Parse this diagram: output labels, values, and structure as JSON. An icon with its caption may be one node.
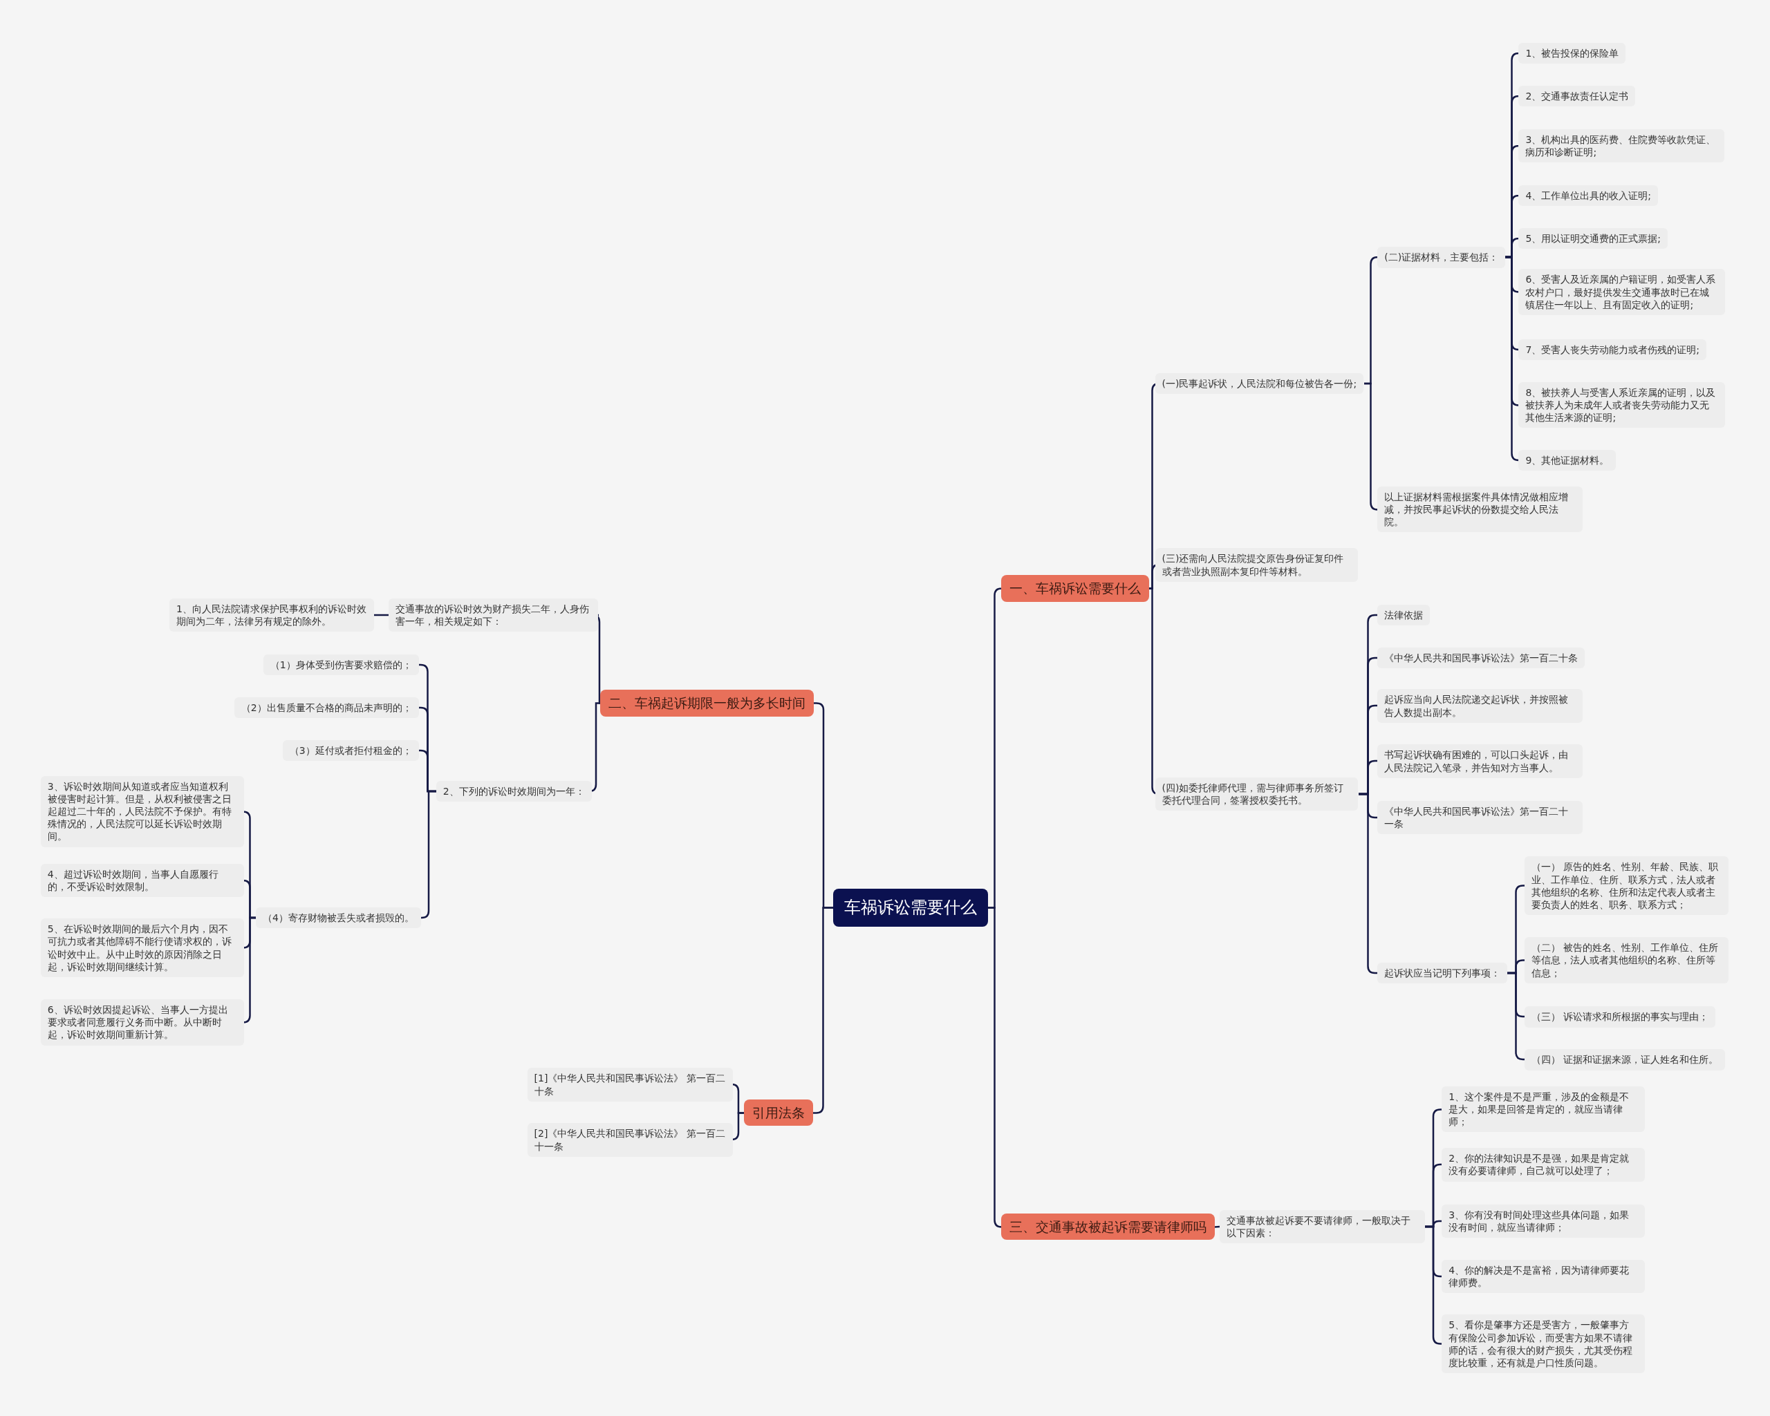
{
  "diagram": {
    "nodes": [
      {
        "text": [
          "车祸诉讼需要什么"
        ]
      },
      {
        "text": [
          "一、车祸诉讼需要什么"
        ]
      },
      {
        "text": [
          "(一)民事起诉状，人民法院和每位被告各一份;"
        ]
      },
      {
        "text": [
          "(二)证据材料，主要包括："
        ]
      },
      {
        "text": [
          "1、被告投保的保险单"
        ]
      },
      {
        "text": [
          "2、交通事故责任认定书"
        ]
      },
      {
        "text": [
          "3、机构出具的医药费、住院费等收款凭证、病历和诊断证明;"
        ]
      },
      {
        "text": [
          "4、工作单位出具的收入证明;"
        ]
      },
      {
        "text": [
          "5、用以证明交通费的正式票据;"
        ]
      },
      {
        "text": [
          "6、受害人及近亲属的户籍证明，如受害人系农村户口，最好提供发生交通事故时已在城镇居住一年以上、且有固定收入的证明;"
        ]
      },
      {
        "text": [
          "7、受害人丧失劳动能力或者伤残的证明;"
        ]
      },
      {
        "text": [
          "8、被扶养人与受害人系近亲属的证明，以及被扶养人为未成年人或者丧失劳动能力又无其他生活来源的证明;"
        ]
      },
      {
        "text": [
          "9、其他证据材料。"
        ]
      },
      {
        "text": [
          "以上证据材料需根据案件具体情况做相应增减，并按民事起诉状的份数提交给人民法院。"
        ]
      },
      {
        "text": [
          "(三)还需向人民法院提交原告身份证复印件或者营业执照副本复印件等材料。"
        ]
      },
      {
        "text": [
          "(四)如委托律师代理，需与律师事务所签订委托代理合同，签署授权委托书。"
        ]
      },
      {
        "text": [
          "法律依据"
        ]
      },
      {
        "text": [
          "《中华人民共和国民事诉讼法》第一百二十条"
        ]
      },
      {
        "text": [
          "起诉应当向人民法院递交起诉状，并按照被告人数提出副本。"
        ]
      },
      {
        "text": [
          "书写起诉状确有困难的，可以口头起诉，由人民法院记入笔录，并告知对方当事人。"
        ]
      },
      {
        "text": [
          "《中华人民共和国民事诉讼法》第一百二十一条"
        ]
      },
      {
        "text": [
          "起诉状应当记明下列事项："
        ]
      },
      {
        "text": [
          "（一） 原告的姓名、性别、年龄、民族、职业、工作单位、住所、联系方式，法人或者其他组织的名称、住所和法定代表人或者主要负责人的姓名、职务、联系方式；"
        ]
      },
      {
        "text": [
          "（二） 被告的姓名、性别、工作单位、住所等信息，法人或者其他组织的名称、住所等信息；"
        ]
      },
      {
        "text": [
          "（三） 诉讼请求和所根据的事实与理由；"
        ]
      },
      {
        "text": [
          "（四） 证据和证据来源，证人姓名和住所。"
        ]
      },
      {
        "text": [
          "三、交通事故被起诉需要请律师吗"
        ]
      },
      {
        "text": [
          "交通事故被起诉要不要请律师，一般取决于以下因素："
        ]
      },
      {
        "text": [
          "1、这个案件是不是严重，涉及的金额是不是大，如果是回答是肯定的，就应当请律师；"
        ]
      },
      {
        "text": [
          "2、你的法律知识是不是强，如果是肯定就没有必要请律师，自己就可以处理了；"
        ]
      },
      {
        "text": [
          "3、你有没有时间处理这些具体问题，如果没有时间，就应当请律师；"
        ]
      },
      {
        "text": [
          "4、你的解决是不是富裕，因为请律师要花律师费。"
        ]
      },
      {
        "text": [
          "5、看你是肇事方还是受害方，一般肇事方有保险公司参加诉讼，而受害方如果不请律师的话，会有很大的财产损失，尤其受伤程度比较重，还有就是户口性质问题。"
        ]
      },
      {
        "text": [
          "二、车祸起诉期限一般为多长时间"
        ]
      },
      {
        "text": [
          "交通事故的诉讼时效为财产损失二年，人身伤害一年，相关规定如下："
        ]
      },
      {
        "text": [
          "1、向人民法院请求保护民事权利的诉讼时效期间为二年，法律另有规定的除外。"
        ]
      },
      {
        "text": [
          "2、下列的诉讼时效期间为一年："
        ]
      },
      {
        "text": [
          "（1）身体受到伤害要求赔偿的；"
        ]
      },
      {
        "text": [
          "（2）出售质量不合格的商品未声明的；"
        ]
      },
      {
        "text": [
          "（3）延付或者拒付租金的；"
        ]
      },
      {
        "text": [
          "（4）寄存财物被丢失或者损毁的。"
        ]
      },
      {
        "text": [
          "3、诉讼时效期间从知道或者应当知道权利被侵害时起计算。但是，从权利被侵害之日起超过二十年的，人民法院不予保护。有特殊情况的，人民法院可以延长诉讼时效期间。"
        ]
      },
      {
        "text": [
          "4、超过诉讼时效期间，当事人自愿履行的，不受诉讼时效限制。"
        ]
      },
      {
        "text": [
          "5、在诉讼时效期间的最后六个月内，因不可抗力或者其他障碍不能行使请求权的，诉讼时效中止。从中止时效的原因消除之日起，诉讼时效期间继续计算。"
        ]
      },
      {
        "text": [
          "6、诉讼时效因提起诉讼、当事人一方提出要求或者同意履行义务而中断。从中断时起，诉讼时效期间重新计算。"
        ]
      },
      {
        "text": [
          "引用法条"
        ]
      },
      {
        "text": [
          "[1]《中华人民共和国民事诉讼法》 第一百二十条"
        ]
      },
      {
        "text": [
          "[2]《中华人民共和国民事诉讼法》 第一百二十一条"
        ]
      }
    ],
    "edges": [
      {
        "from": 0,
        "to": 1,
        "arrow": "none"
      },
      {
        "from": 1,
        "to": 2,
        "arrow": "none"
      },
      {
        "from": 2,
        "to": 3,
        "arrow": "none"
      },
      {
        "from": 3,
        "to": 4,
        "arrow": "none"
      },
      {
        "from": 3,
        "to": 5,
        "arrow": "none"
      },
      {
        "from": 3,
        "to": 6,
        "arrow": "none"
      },
      {
        "from": 3,
        "to": 7,
        "arrow": "none"
      },
      {
        "from": 3,
        "to": 8,
        "arrow": "none"
      },
      {
        "from": 3,
        "to": 9,
        "arrow": "none"
      },
      {
        "from": 3,
        "to": 10,
        "arrow": "none"
      },
      {
        "from": 3,
        "to": 11,
        "arrow": "none"
      },
      {
        "from": 3,
        "to": 12,
        "arrow": "none"
      },
      {
        "from": 2,
        "to": 13,
        "arrow": "none"
      },
      {
        "from": 1,
        "to": 14,
        "arrow": "none"
      },
      {
        "from": 1,
        "to": 15,
        "arrow": "none"
      },
      {
        "from": 15,
        "to": 16,
        "arrow": "none"
      },
      {
        "from": 15,
        "to": 17,
        "arrow": "none"
      },
      {
        "from": 15,
        "to": 18,
        "arrow": "none"
      },
      {
        "from": 15,
        "to": 19,
        "arrow": "none"
      },
      {
        "from": 15,
        "to": 20,
        "arrow": "none"
      },
      {
        "from": 15,
        "to": 21,
        "arrow": "none"
      },
      {
        "from": 21,
        "to": 22,
        "arrow": "none"
      },
      {
        "from": 21,
        "to": 23,
        "arrow": "none"
      },
      {
        "from": 21,
        "to": 24,
        "arrow": "none"
      },
      {
        "from": 21,
        "to": 25,
        "arrow": "none"
      },
      {
        "from": 0,
        "to": 26,
        "arrow": "none"
      },
      {
        "from": 26,
        "to": 27,
        "arrow": "none"
      },
      {
        "from": 27,
        "to": 28,
        "arrow": "none"
      },
      {
        "from": 27,
        "to": 29,
        "arrow": "none"
      },
      {
        "from": 27,
        "to": 30,
        "arrow": "none"
      },
      {
        "from": 27,
        "to": 31,
        "arrow": "none"
      },
      {
        "from": 27,
        "to": 32,
        "arrow": "none"
      },
      {
        "from": 0,
        "to": 33,
        "arrow": "none"
      },
      {
        "from": 33,
        "to": 34,
        "arrow": "none"
      },
      {
        "from": 34,
        "to": 35,
        "arrow": "none"
      },
      {
        "from": 33,
        "to": 36,
        "arrow": "none"
      },
      {
        "from": 36,
        "to": 37,
        "arrow": "none"
      },
      {
        "from": 36,
        "to": 38,
        "arrow": "none"
      },
      {
        "from": 36,
        "to": 39,
        "arrow": "none"
      },
      {
        "from": 36,
        "to": 40,
        "arrow": "none"
      },
      {
        "from": 40,
        "to": 41,
        "arrow": "none"
      },
      {
        "from": 40,
        "to": 42,
        "arrow": "none"
      },
      {
        "from": 40,
        "to": 43,
        "arrow": "none"
      },
      {
        "from": 40,
        "to": 44,
        "arrow": "none"
      },
      {
        "from": 0,
        "to": 45,
        "arrow": "none"
      },
      {
        "from": 45,
        "to": 46,
        "arrow": "none"
      },
      {
        "from": 45,
        "to": 47,
        "arrow": "none"
      }
    ]
  }
}
